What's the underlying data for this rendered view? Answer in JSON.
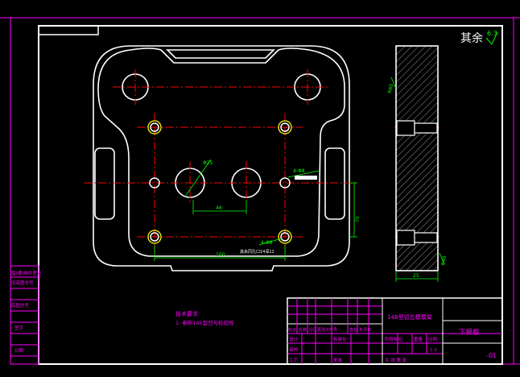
{
  "roughness_note": "其余",
  "roughness_value": "6.3",
  "dims": {
    "d25": "Φ25",
    "d46": "46",
    "d4_8": "4-Φ8",
    "d4_8b": "4-Φ8",
    "d100": "100",
    "d70": "70",
    "d25w": "25",
    "r60": "R60",
    "d40": "Φ40",
    "chain_note": "其余同孔口14深12"
  },
  "tech_req": {
    "title": "技术要求",
    "line1": "1. 参照145型凹与检验规"
  },
  "title_block": {
    "project": "14B型铝合模模架",
    "part_name": "下模板",
    "drawing_no": "-01",
    "left_labels": [
      "借(通)用件登记",
      "旧底图总号",
      "底图总号",
      "签字",
      "日期"
    ],
    "row_labels": [
      "标记",
      "处数",
      "分区",
      "更改文件号",
      "签名",
      "年月日"
    ],
    "role_labels": [
      "设计",
      "审核",
      "工艺"
    ],
    "role_labels2": [
      "标准化",
      "批准"
    ],
    "stage_labels": [
      "阶段标记",
      "重量",
      "比例"
    ],
    "scale": "1:1",
    "sheet": "共 张 第 张"
  },
  "colors": {
    "background": "#000000",
    "frame": "#ffffff",
    "title_block_lines": "#ff00ff",
    "center_lines": "#ff0000",
    "holes": "#ffff00",
    "dimensions": "#00ff00",
    "text_magenta": "#ff00ff",
    "hatch": "#ffffff"
  }
}
